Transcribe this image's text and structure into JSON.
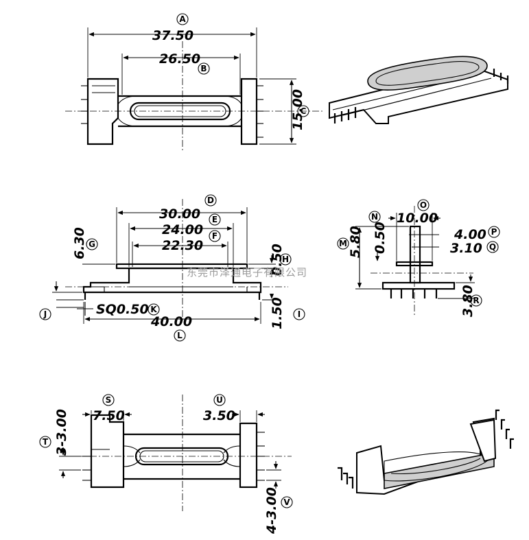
{
  "dimensions": {
    "A": "37.50",
    "B": "26.50",
    "C": "15.00",
    "D": "30.00",
    "E": "24.00",
    "F": "22.30",
    "G": "6.30",
    "H": "0.50",
    "I": "1.50",
    "J": "",
    "K": "SQ0.50",
    "L": "40.00",
    "M": "5.80",
    "N": "0.50",
    "O": "10.00",
    "P": "4.00",
    "Q": "3.10",
    "R": "3.80",
    "S": "7.50",
    "T": "3-3.00",
    "U": "3.50",
    "V": "4-3.00"
  },
  "labels": [
    "A",
    "B",
    "C",
    "D",
    "E",
    "F",
    "G",
    "H",
    "I",
    "J",
    "K",
    "L",
    "M",
    "N",
    "O",
    "P",
    "Q",
    "R",
    "S",
    "T",
    "U",
    "V"
  ],
  "watermark": "东莞市泽通电子有限公司"
}
